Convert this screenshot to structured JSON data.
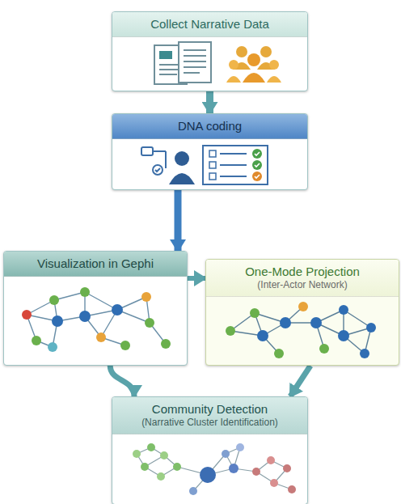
{
  "diagram": {
    "nodes": [
      {
        "text": [
          "Collect Narrative Data"
        ]
      },
      {
        "text": [
          "DNA coding"
        ]
      },
      {
        "text": [
          "Visualization in Gephi"
        ]
      },
      {
        "text": [
          "One-Mode Projection",
          "(Inter-Actor Network)"
        ]
      },
      {
        "text": [
          "Community Detection",
          "(Narrative Cluster Identification)"
        ]
      }
    ],
    "edges": [
      {
        "from": 0,
        "to": 1,
        "arrow": "to"
      },
      {
        "from": 1,
        "to": 2,
        "arrow": "to"
      },
      {
        "from": 2,
        "to": 3,
        "arrow": "to"
      },
      {
        "from": 2,
        "to": 4,
        "arrow": "to"
      },
      {
        "from": 3,
        "to": 4,
        "arrow": "to"
      }
    ]
  }
}
